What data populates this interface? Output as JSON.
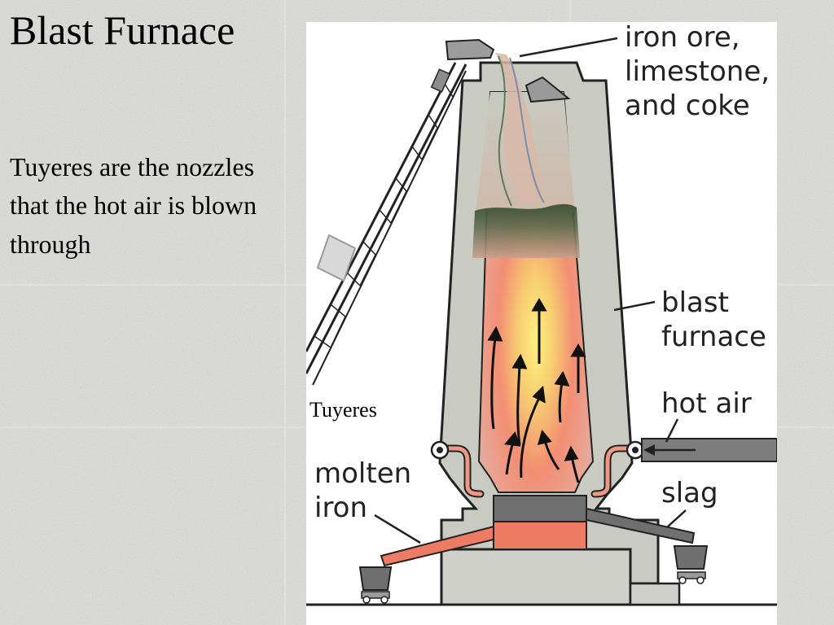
{
  "slide": {
    "title": "Blast Furnace",
    "body": "Tuyeres are the nozzles that the hot air is blown through"
  },
  "diagram": {
    "labels": {
      "ore_line1": "iron ore,",
      "ore_line2": "limestone,",
      "ore_line3": "and coke",
      "furnace_line1": "blast",
      "furnace_line2": "furnace",
      "hot_air": "hot air",
      "slag": "slag",
      "iron_line1": "molten",
      "iron_line2": "iron",
      "tuyeres": "Tuyeres"
    },
    "colors": {
      "wall": "#c9cbc3",
      "outline": "#222222",
      "hot_core": "#fbe47a",
      "hot_mid": "#f39a7a",
      "charge": "#c9cbc3",
      "coke_layer": "#3f5a3a",
      "slag": "#707070",
      "molten_iron": "#ee7c64"
    }
  }
}
